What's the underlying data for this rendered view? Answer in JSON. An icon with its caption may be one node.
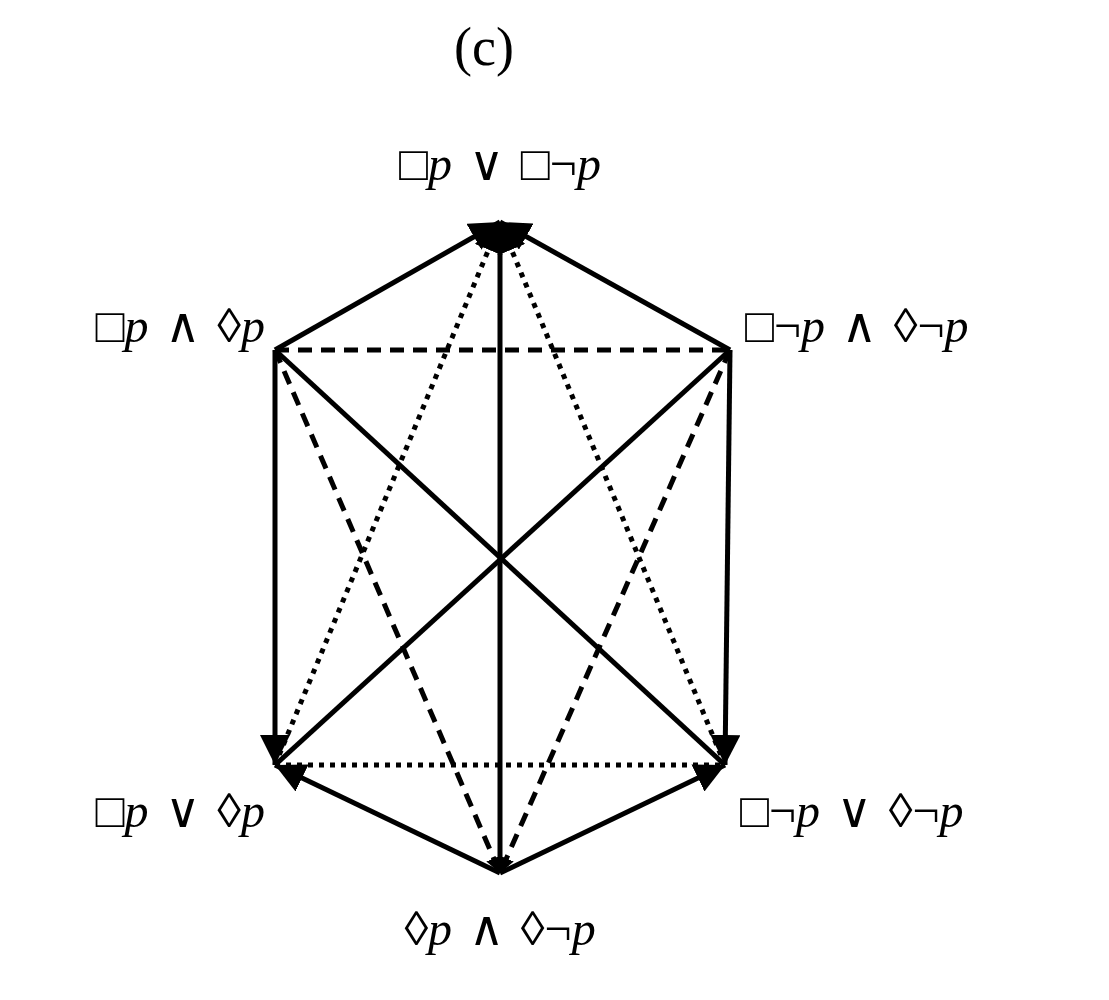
{
  "diagram": {
    "title": "(c)",
    "nodes": [
      {
        "text": [
          "□*p* ∨ □¬*p*"
        ]
      },
      {
        "text": [
          "□*p* ∧ ◊*p*"
        ]
      },
      {
        "text": [
          "□¬*p* ∧ ◊¬*p*"
        ]
      },
      {
        "text": [
          "□*p* ∨ ◊*p*"
        ]
      },
      {
        "text": [
          "□¬*p* ∨ ◊¬*p*"
        ]
      },
      {
        "text": [
          "◊*p* ∧ ◊¬*p*"
        ]
      }
    ],
    "edges": [
      {
        "from": 1,
        "to": 0,
        "arrow": "to"
      },
      {
        "from": 2,
        "to": 0,
        "arrow": "to"
      },
      {
        "from": 3,
        "to": 0,
        "arrow": "to",
        "style": "dashed"
      },
      {
        "from": 4,
        "to": 0,
        "arrow": "to",
        "style": "dashed"
      },
      {
        "from": 5,
        "to": 0,
        "arrow": "none"
      },
      {
        "from": 1,
        "to": 2,
        "arrow": "none",
        "style": "dashed"
      },
      {
        "from": 1,
        "to": 3,
        "arrow": "to"
      },
      {
        "from": 1,
        "to": 4,
        "arrow": "none"
      },
      {
        "from": 1,
        "to": 5,
        "arrow": "to",
        "style": "dashed"
      },
      {
        "from": 2,
        "to": 3,
        "arrow": "none"
      },
      {
        "from": 2,
        "to": 4,
        "arrow": "to"
      },
      {
        "from": 2,
        "to": 5,
        "arrow": "to",
        "style": "dashed"
      },
      {
        "from": 3,
        "to": 4,
        "arrow": "none",
        "style": "dashed"
      },
      {
        "from": 5,
        "to": 3,
        "arrow": "to"
      },
      {
        "from": 5,
        "to": 4,
        "arrow": "to"
      }
    ]
  }
}
